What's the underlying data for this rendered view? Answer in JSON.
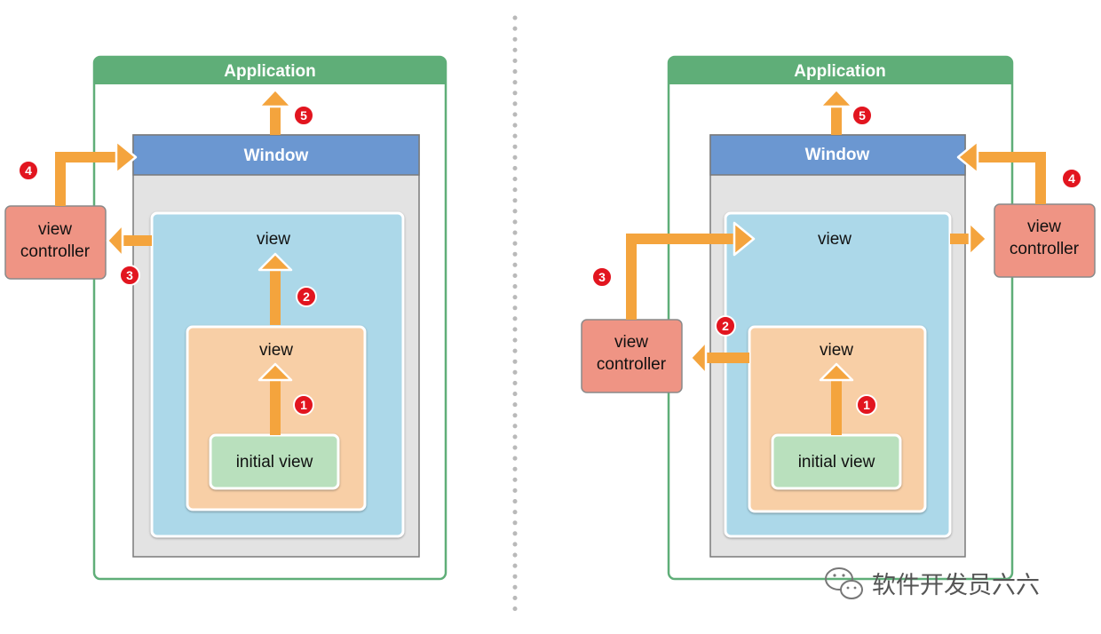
{
  "colors": {
    "application_border": "#5fae78",
    "application_header": "#5fae78",
    "window_bar": "#6b97d1",
    "window_body": "#e3e3e3",
    "view_fill": "#acd8e9",
    "inner_view_fill": "#f8cfa6",
    "initial_view_fill": "#b9e0bd",
    "controller_fill": "#ef9484",
    "arrow": "#f4a43d",
    "badge": "#e2151f",
    "divider": "#b9b9b9"
  },
  "left": {
    "application": "Application",
    "window": "Window",
    "view": "view",
    "inner_view": "view",
    "initial_view": "initial view",
    "controller": [
      "view",
      "controller"
    ],
    "steps": [
      "1",
      "2",
      "3",
      "4",
      "5"
    ]
  },
  "right": {
    "application": "Application",
    "window": "Window",
    "view": "view",
    "inner_view": "view",
    "initial_view": "initial view",
    "controller_top": [
      "view",
      "controller"
    ],
    "controller_bottom": [
      "view",
      "controller"
    ],
    "steps": [
      "1",
      "2",
      "3",
      "4",
      "5"
    ]
  },
  "watermark": "软件开发员六六"
}
